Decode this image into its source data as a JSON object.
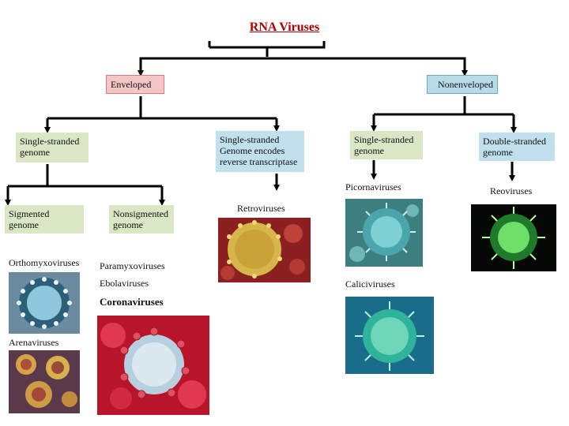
{
  "root": {
    "title": "RNA Viruses"
  },
  "level1": {
    "enveloped": "Enveloped",
    "nonenveloped": "Nonenveloped"
  },
  "enveloped": {
    "single_stranded": "Single-stranded genome",
    "reverse_transcriptase": "Single-stranded Genome encodes reverse transcriptase",
    "segmented": "Sigmented genome",
    "nonsegmented": "Nonsigmented genome",
    "orthomyxoviruses": "Orthomyxoviruses",
    "arenaviruses": "Arenaviruses",
    "paramyxoviruses": "Paramyxoviruses",
    "ebolaviruses": "Ebolaviruses",
    "coronaviruses": "Coronaviruses",
    "retroviruses": "Retroviruses"
  },
  "nonenveloped": {
    "single_stranded": "Single-stranded genome",
    "double_stranded": "Double-stranded genome",
    "picornaviruses": "Picornaviruses",
    "caliciviruses": "Caliciviruses",
    "reoviruses": "Reoviruses"
  },
  "colors": {
    "root_title": "#b00000",
    "enveloped_box": "#f4c6c6",
    "nonenveloped_box": "#b8dbe9",
    "green_box": "#dbe6c4",
    "blue_box": "#bfe0ec",
    "connector": "#000000"
  }
}
